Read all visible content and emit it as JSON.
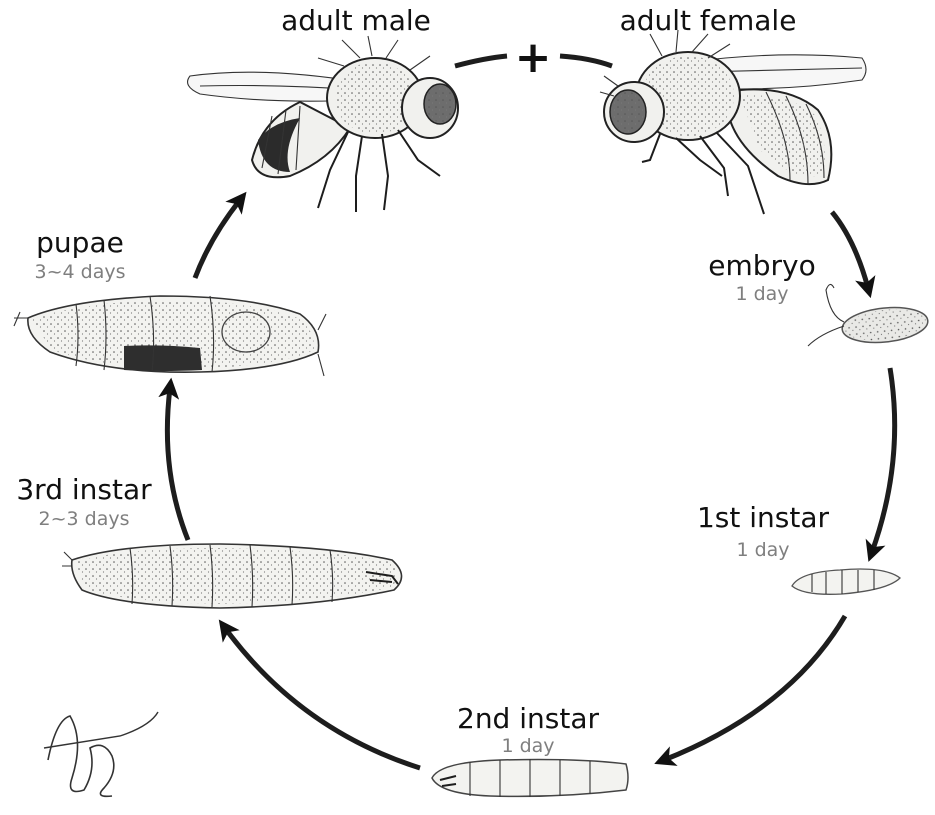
{
  "stages": {
    "adult_male": {
      "name": "adult male"
    },
    "adult_female": {
      "name": "adult female"
    },
    "embryo": {
      "name": "embryo",
      "duration": "1 day"
    },
    "first_instar": {
      "name": "1st instar",
      "duration": "1 day"
    },
    "second_instar": {
      "name": "2nd instar",
      "duration": "1 day"
    },
    "third_instar": {
      "name": "3rd instar",
      "duration": "2~3 days"
    },
    "pupae": {
      "name": "pupae",
      "duration": "3~4 days"
    }
  },
  "mating_symbol": "+",
  "colors": {
    "ink": "#111111",
    "duration_text": "#7f7f7f",
    "background": "#ffffff"
  },
  "icons": [
    "male-fly-icon",
    "female-fly-icon",
    "embryo-icon",
    "larva-icon",
    "pupa-icon",
    "signature-icon"
  ]
}
